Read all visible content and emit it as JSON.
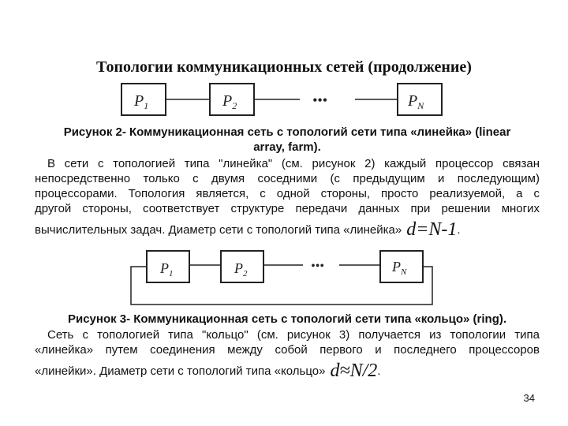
{
  "slide": {
    "title": "Топологии коммуникационных сетей (продолжение)",
    "page_number": "34"
  },
  "diagram_line": {
    "nodes": [
      {
        "letter": "P",
        "sub": "1"
      },
      {
        "letter": "P",
        "sub": "2"
      },
      {
        "letter": "P",
        "sub": "N"
      }
    ],
    "ellipsis": "•••"
  },
  "caption_line": {
    "line1": "Рисунок 2- Коммуникационная сеть с топологий сети типа «линейка» (linear",
    "line2": "array, farm)."
  },
  "para_line": {
    "lines": [
      "В сети с топологией типа \"линейка\" (см. рисунок 2) каждый процессор связан",
      "непосредственно только с двумя соседними (с предыдущим и последующим)",
      "процессорами. Топология является, с одной стороны, просто реализуемой, а с",
      "другой стороны, соответствует структуре передачи данных при решении многих"
    ],
    "last_line": "вычислительных задач. Диаметр сети с топологий типа «линейка»",
    "formula": "d=N-1",
    "end": "."
  },
  "diagram_ring": {
    "nodes": [
      {
        "letter": "P",
        "sub": "1"
      },
      {
        "letter": "P",
        "sub": "2"
      },
      {
        "letter": "P",
        "sub": "N"
      }
    ],
    "ellipsis": "•••"
  },
  "caption_ring": {
    "text": "Рисунок 3- Коммуникационная сеть с топологий сети типа «кольцо» (ring)."
  },
  "para_ring": {
    "lines": [
      "Сеть с топологией типа \"кольцо\" (см. рисунок 3) получается из топологии типа",
      "«линейка» путем соединения между собой первого и последнего процессоров"
    ],
    "last_line": "«линейки». Диаметр сети с топологий типа «кольцо»",
    "formula": "d≈N/2",
    "end": "."
  }
}
